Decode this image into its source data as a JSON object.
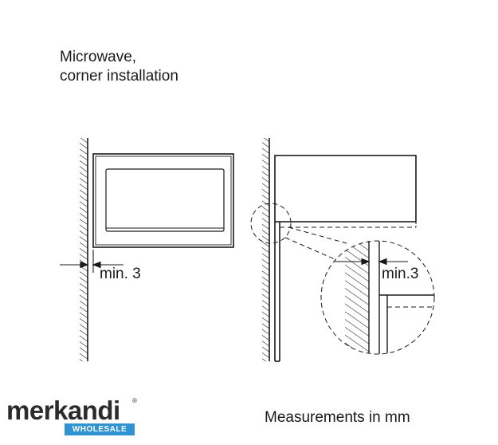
{
  "title": {
    "line1": "Microwave,",
    "line2": "corner installation"
  },
  "labels": {
    "left_clearance": "min. 3",
    "detail_clearance": "min.3"
  },
  "footer": {
    "measurements": "Measurements in mm"
  },
  "logo": {
    "wordmark": "merkandi",
    "badge": "WHOLESALE",
    "registered": "®",
    "badge_color": "#2f93d1"
  },
  "colors": {
    "line": "#1a1a1a",
    "background": "#ffffff"
  }
}
